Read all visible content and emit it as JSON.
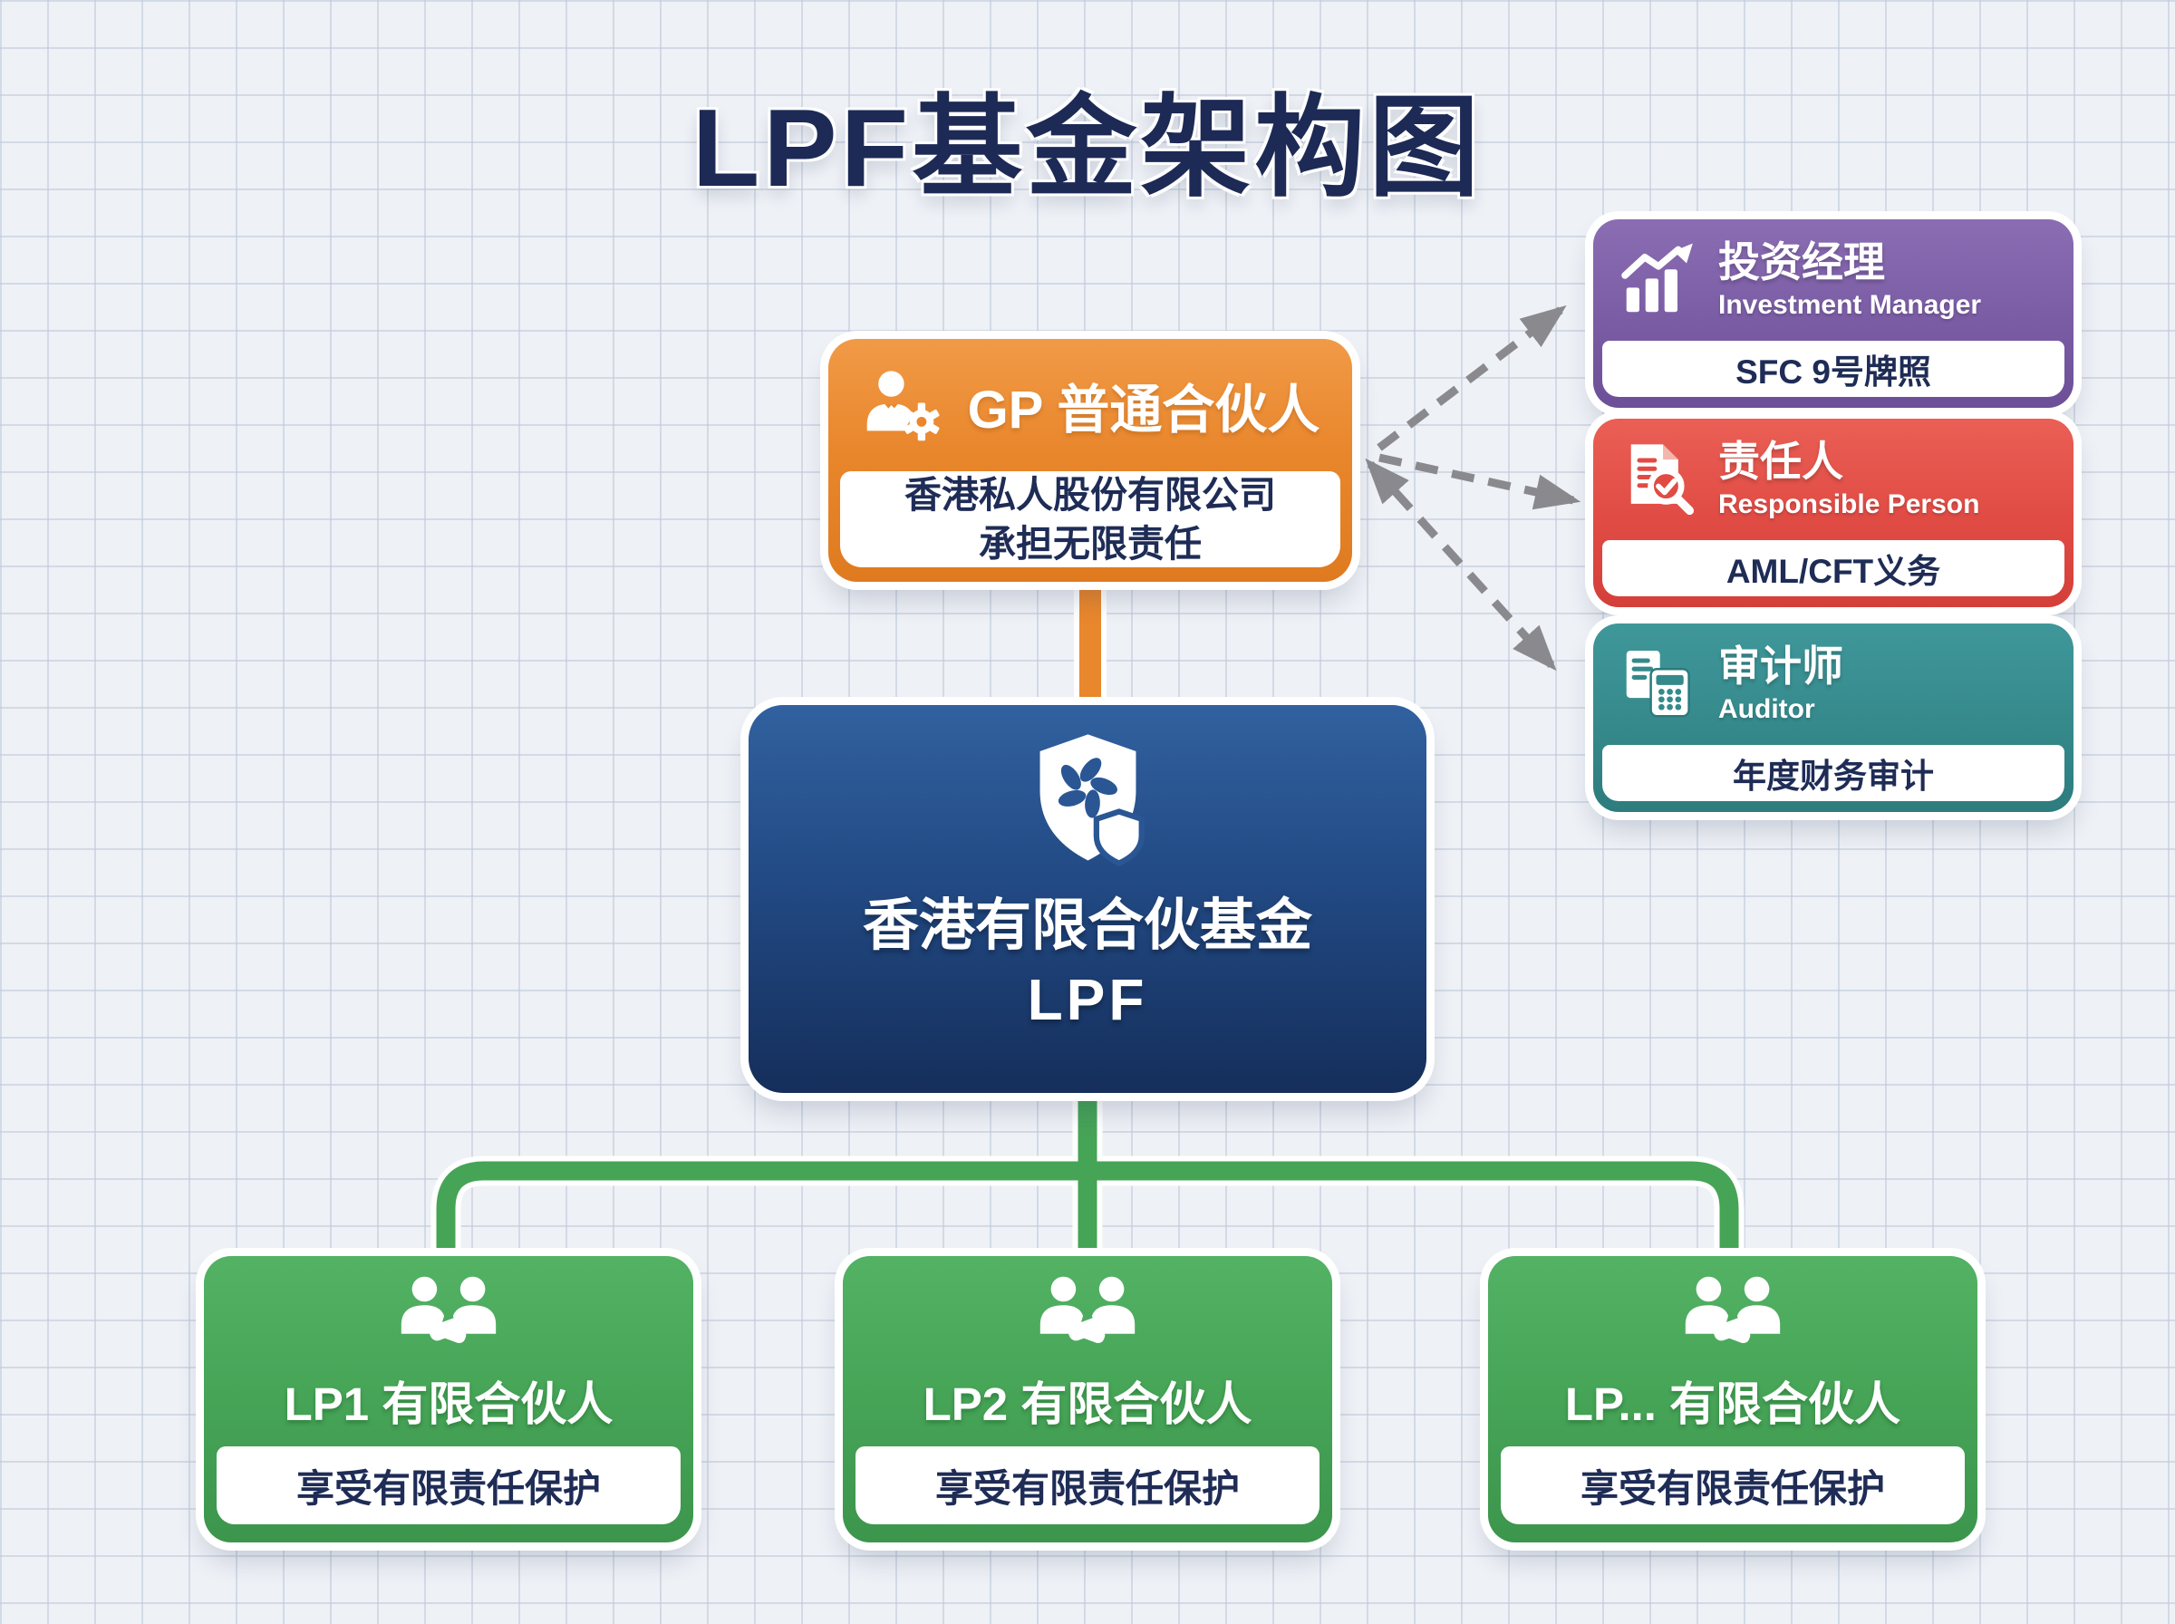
{
  "title": "LPF基金架构图",
  "gp": {
    "title": "GP 普通合伙人",
    "body_line1": "香港私人股份有限公司",
    "body_line2": "承担无限责任"
  },
  "fund": {
    "name": "香港有限合伙基金",
    "abbr": "LPF"
  },
  "side": [
    {
      "title_zh": "投资经理",
      "title_en": "Investment Manager",
      "body": "SFC 9号牌照",
      "icon": "chart-growth-icon",
      "color": "#7a5ca4"
    },
    {
      "title_zh": "责任人",
      "title_en": "Responsible Person",
      "body": "AML/CFT义务",
      "icon": "document-check-icon",
      "color": "#e04b44"
    },
    {
      "title_zh": "审计师",
      "title_en": "Auditor",
      "body": "年度财务审计",
      "icon": "calculator-icon",
      "color": "#35898b"
    }
  ],
  "lps": [
    {
      "title": "LP1 有限合伙人",
      "body": "享受有限责任保护"
    },
    {
      "title": "LP2 有限合伙人",
      "body": "享受有限责任保护"
    },
    {
      "title": "LP... 有限合伙人",
      "body": "享受有限责任保护"
    }
  ],
  "colors": {
    "title_navy": "#1d2a55",
    "gp_orange": "#e9872d",
    "fund_blue": "#1f3d72",
    "lp_green": "#46a457",
    "investment_purple": "#7a5ca4",
    "responsible_red": "#e04b44",
    "auditor_teal": "#35898b",
    "arrow_gray": "#8a8a8e",
    "body_text_navy": "#1e2c56"
  }
}
